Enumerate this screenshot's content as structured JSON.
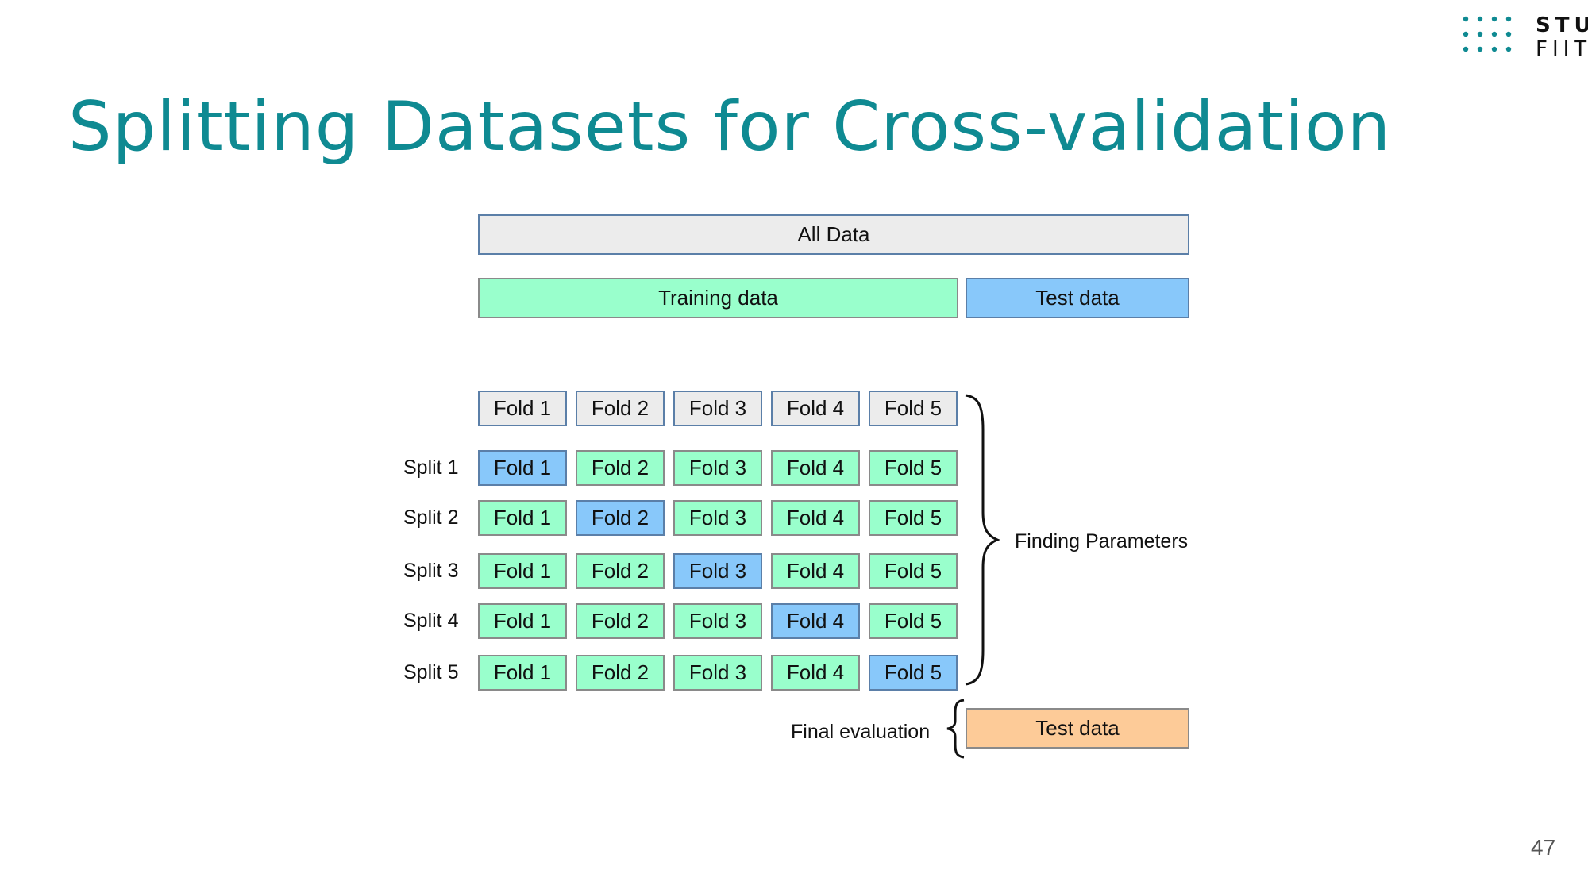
{
  "slide": {
    "title": "Splitting Datasets for Cross-validation",
    "page_number": "47"
  },
  "logo": {
    "line1": "STU",
    "line2": "FIIT",
    "dot_color": "#0f8a92"
  },
  "colors": {
    "title": "#0f8a92",
    "all_data": "#ececec",
    "training": "#99ffcc",
    "validation_fold": "#88c8fa",
    "test": "#88c8fa",
    "final_test": "#fdcb98"
  },
  "diagram": {
    "all_data_label": "All Data",
    "training_label": "Training data",
    "test_label": "Test data",
    "fold_header": [
      "Fold 1",
      "Fold 2",
      "Fold 3",
      "Fold 4",
      "Fold 5"
    ],
    "splits": [
      {
        "label": "Split 1",
        "folds": [
          "Fold 1",
          "Fold 2",
          "Fold 3",
          "Fold 4",
          "Fold 5"
        ],
        "validation_index": 0
      },
      {
        "label": "Split 2",
        "folds": [
          "Fold 1",
          "Fold 2",
          "Fold 3",
          "Fold 4",
          "Fold 5"
        ],
        "validation_index": 1
      },
      {
        "label": "Split 3",
        "folds": [
          "Fold 1",
          "Fold 2",
          "Fold 3",
          "Fold 4",
          "Fold 5"
        ],
        "validation_index": 2
      },
      {
        "label": "Split 4",
        "folds": [
          "Fold 1",
          "Fold 2",
          "Fold 3",
          "Fold 4",
          "Fold 5"
        ],
        "validation_index": 3
      },
      {
        "label": "Split 5",
        "folds": [
          "Fold 1",
          "Fold 2",
          "Fold 3",
          "Fold 4",
          "Fold 5"
        ],
        "validation_index": 4
      }
    ],
    "finding_parameters_label": "Finding Parameters",
    "final_evaluation_label": "Final evaluation",
    "final_test_label": "Test data"
  }
}
